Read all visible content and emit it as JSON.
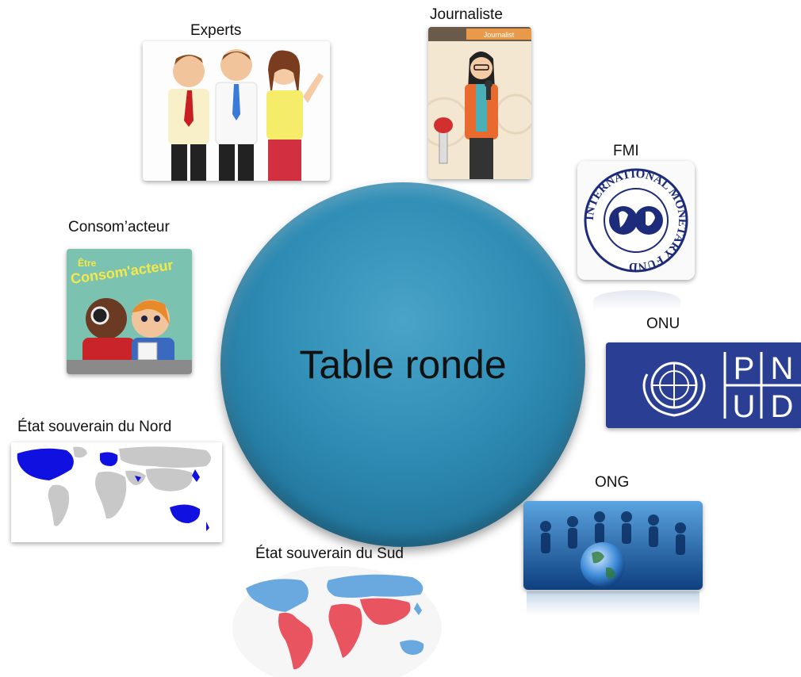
{
  "center": {
    "label": "Table ronde"
  },
  "participants": {
    "experts": "Experts",
    "journaliste": "Journaliste",
    "fmi": "FMI",
    "onu": "ONU",
    "ong": "ONG",
    "sud": "État souverain du Sud",
    "nord": "État souverain du Nord",
    "consomacteur": "Consom’acteur"
  },
  "image_text": {
    "consomacteur_title_1": "Être",
    "consomacteur_title_2": "Consom'acteur",
    "journaliste_banner": "Journalist",
    "onu_letters_1": "P N",
    "onu_letters_2": "U D",
    "fmi_seal": "INTERNATIONAL MONETARY FUND"
  },
  "colors": {
    "circle": "#2f8db5",
    "onu_blue": "#2a3f93",
    "north_blue": "#1010e0",
    "south_red": "#e85560",
    "south_blue": "#6aa9e0"
  }
}
